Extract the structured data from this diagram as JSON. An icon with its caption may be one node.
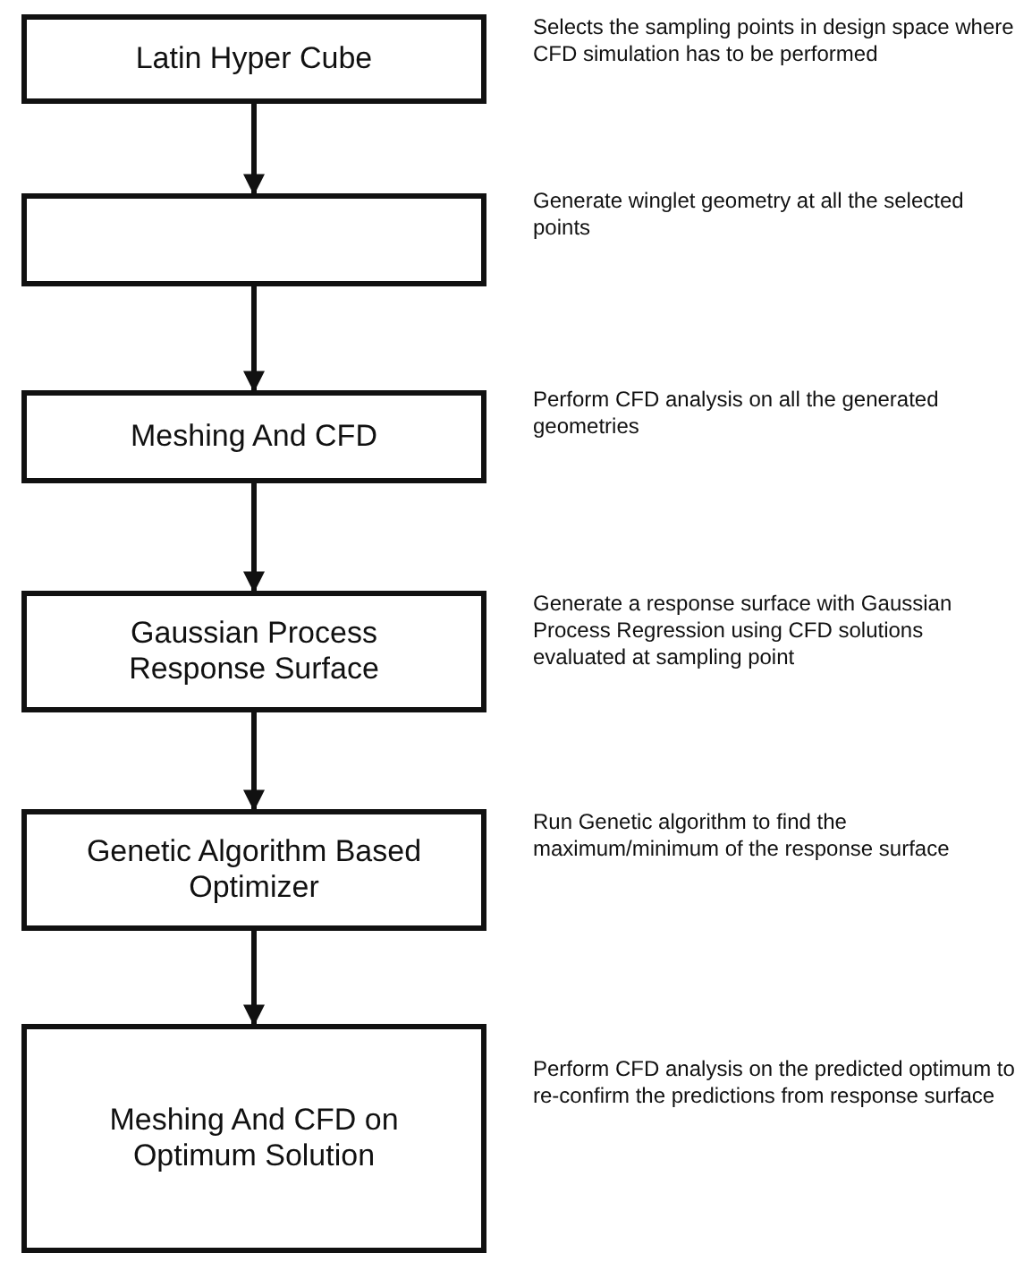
{
  "diagram": {
    "nodes": [
      {
        "text": [
          "Latin Hyper Cube"
        ],
        "beside": [
          "Selects the sampling points in design space where CFD simulation has to be performed"
        ]
      },
      {
        "text": [],
        "shape": "box",
        "beside": [
          "Generate winglet geometry at all the selected points"
        ]
      },
      {
        "text": [
          "Meshing And CFD"
        ],
        "beside": [
          "Perform CFD analysis on all the generated geometries"
        ]
      },
      {
        "text": [
          "Gaussian Process Response Surface"
        ],
        "beside": [
          "Generate a response surface with Gaussian Process Regression using CFD solutions evaluated at sampling point"
        ]
      },
      {
        "text": [
          "Genetic Algorithm Based Optimizer"
        ],
        "beside": [
          "Run Genetic algorithm to find the maximum/minimum of the response surface"
        ]
      },
      {
        "text": [
          "Meshing And CFD on Optimum Solution"
        ],
        "beside": [
          "Perform CFD analysis on the predicted optimum to re-confirm the predictions from response surface"
        ]
      }
    ],
    "edges": [
      {
        "from": 0,
        "to": 1,
        "arrow": "to"
      },
      {
        "from": 1,
        "to": 2,
        "arrow": "to"
      },
      {
        "from": 2,
        "to": 3,
        "arrow": "to"
      },
      {
        "from": 3,
        "to": 4,
        "arrow": "to"
      },
      {
        "from": 4,
        "to": 5,
        "arrow": "to"
      }
    ]
  }
}
